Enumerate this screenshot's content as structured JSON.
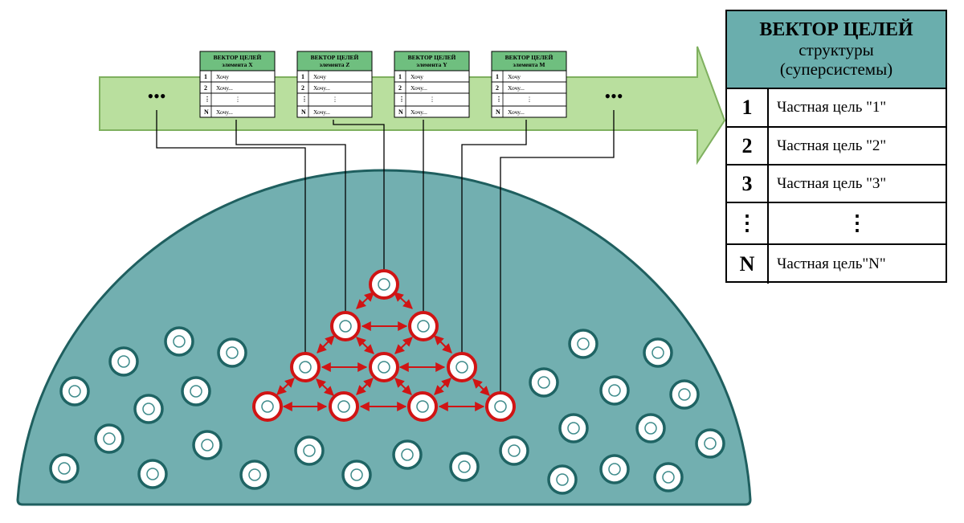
{
  "colors": {
    "arrow_fill": "#b9df9e",
    "arrow_stroke": "#7fb05f",
    "dome_fill": "#72afb0",
    "dome_stroke": "#1f5f5f",
    "element_stroke": "#1f6464",
    "element_inner": "#3d8a8a",
    "active_stroke": "#d01414",
    "header_fill": "#6aaead",
    "mini_header_fill": "#6fbf7f"
  },
  "arrow": {
    "left_ellipsis": "•••",
    "right_ellipsis": "•••"
  },
  "mini_tables": [
    {
      "title_line1": "ВЕКТОР ЦЕЛЕЙ",
      "title_line2": "элемента X",
      "rows": [
        {
          "num": "1",
          "text": "Хочу"
        },
        {
          "num": "2",
          "text": "Хочу..."
        },
        {
          "num": "⋮",
          "text": "⋮"
        },
        {
          "num": "N",
          "text": "Хочу..."
        }
      ]
    },
    {
      "title_line1": "ВЕКТОР ЦЕЛЕЙ",
      "title_line2": "элемента Z",
      "rows": [
        {
          "num": "1",
          "text": "Хочу"
        },
        {
          "num": "2",
          "text": "Хочу..."
        },
        {
          "num": "⋮",
          "text": "⋮"
        },
        {
          "num": "N",
          "text": "Хочу..."
        }
      ]
    },
    {
      "title_line1": "ВЕКТОР ЦЕЛЕЙ",
      "title_line2": "элемента Y",
      "rows": [
        {
          "num": "1",
          "text": "Хочу"
        },
        {
          "num": "2",
          "text": "Хочу..."
        },
        {
          "num": "⋮",
          "text": "⋮"
        },
        {
          "num": "N",
          "text": "Хочу..."
        }
      ]
    },
    {
      "title_line1": "ВЕКТОР ЦЕЛЕЙ",
      "title_line2": "элемента M",
      "rows": [
        {
          "num": "1",
          "text": "Хочу"
        },
        {
          "num": "2",
          "text": "Хочу..."
        },
        {
          "num": "⋮",
          "text": "⋮"
        },
        {
          "num": "N",
          "text": "Хочу..."
        }
      ]
    }
  ],
  "main_table": {
    "title": "ВЕКТОР ЦЕЛЕЙ",
    "subtitle_line1": "структуры",
    "subtitle_line2": "(суперсистемы)",
    "rows": [
      {
        "num": "1",
        "text": "Частная цель \"1\""
      },
      {
        "num": "2",
        "text": "Частная цель \"2\""
      },
      {
        "num": "3",
        "text": "Частная цель \"3\""
      },
      {
        "num": "⋮",
        "text": "⋮"
      },
      {
        "num": "N",
        "text": "Частная цель\"N\""
      }
    ]
  }
}
